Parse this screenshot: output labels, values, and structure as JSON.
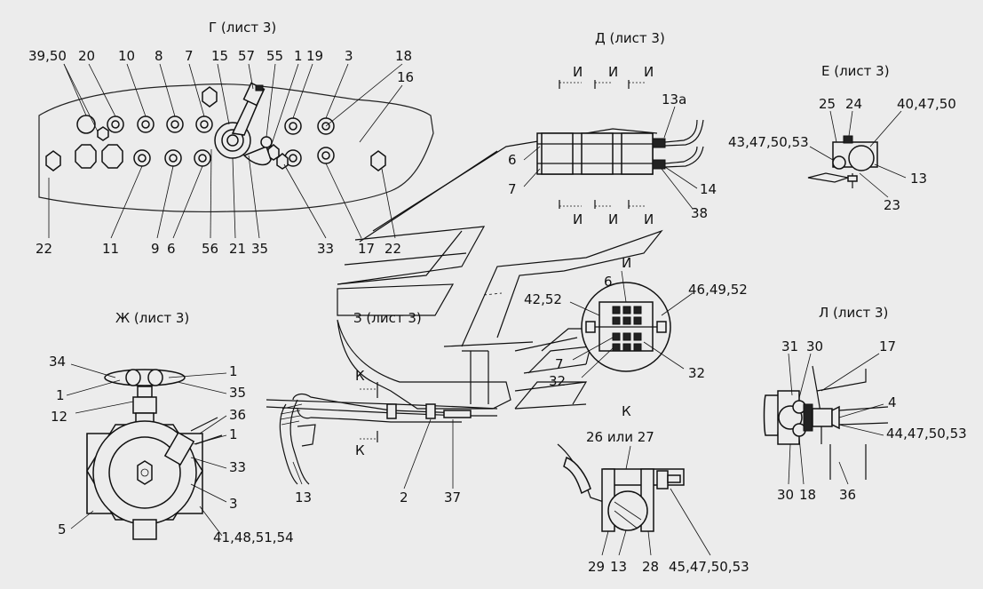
{
  "views": {
    "g": "Г (лист 3)",
    "d": "Д (лист 3)",
    "e": "Е (лист 3)",
    "zh": "Ж (лист 3)",
    "z": "З (лист 3)",
    "l": "Л (лист 3)",
    "k": "К"
  },
  "section_marks": {
    "i": "И",
    "k": "К"
  },
  "labels_g": {
    "c39_50": "39,50",
    "c20": "20",
    "c10": "10",
    "c8": "8",
    "c7": "7",
    "c15": "15",
    "c57": "57",
    "c55": "55",
    "c1": "1",
    "c19": "19",
    "c3": "3",
    "c18": "18",
    "c16": "16",
    "c22a": "22",
    "c11": "11",
    "c9": "9",
    "c6": "6",
    "c56": "56",
    "c21": "21",
    "c35": "35",
    "c33": "33",
    "c17": "17",
    "c22b": "22"
  },
  "labels_d": {
    "c13a": "13а",
    "c6": "6",
    "c7": "7",
    "c14": "14",
    "c38": "38"
  },
  "labels_e": {
    "c25": "25",
    "c24": "24",
    "c40_47_50": "40,47,50",
    "c43_47_50_53": "43,47,50,53",
    "c13": "13",
    "c23": "23"
  },
  "labels_zh": {
    "c34": "34",
    "c1a": "1",
    "c1b": "1",
    "c35": "35",
    "c12": "12",
    "c36": "36",
    "c1c": "1",
    "c33": "33",
    "c3": "3",
    "c5": "5",
    "c41": "41,48,51,54"
  },
  "labels_z": {
    "c6": "6",
    "c42_52": "42,52",
    "c46_49_52": "46,49,52",
    "c7": "7",
    "c32a": "32",
    "c32b": "32",
    "c13": "13",
    "c2": "2",
    "c37": "37"
  },
  "labels_k": {
    "c26": "26 или 27",
    "c29": "29",
    "c13": "13",
    "c28": "28",
    "c45": "45,47,50,53"
  },
  "labels_l": {
    "c31": "31",
    "c30a": "30",
    "c17": "17",
    "c4": "4",
    "c44": "44,47,50,53",
    "c30b": "30",
    "c18": "18",
    "c36": "36"
  }
}
